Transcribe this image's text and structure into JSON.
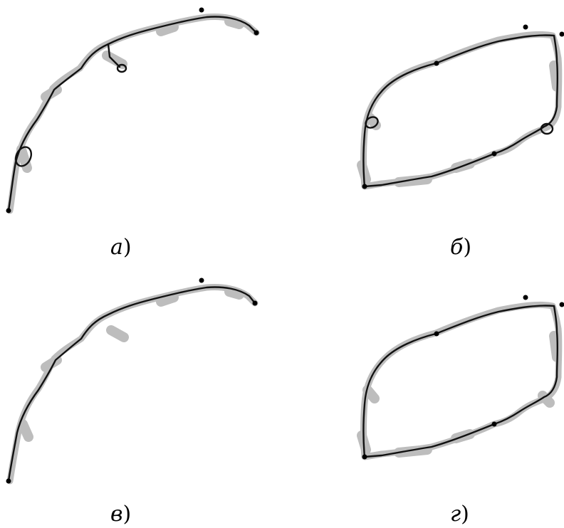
{
  "panels": [
    {
      "id": "a",
      "letter": "а",
      "paren": ")"
    },
    {
      "id": "b",
      "letter": "б",
      "paren": ")"
    },
    {
      "id": "v",
      "letter": "в",
      "paren": ")"
    },
    {
      "id": "g",
      "letter": "г",
      "paren": ")"
    }
  ],
  "colors": {
    "blob": "#bdbdbd",
    "skeleton": "#111111",
    "nodes": "#000000"
  }
}
